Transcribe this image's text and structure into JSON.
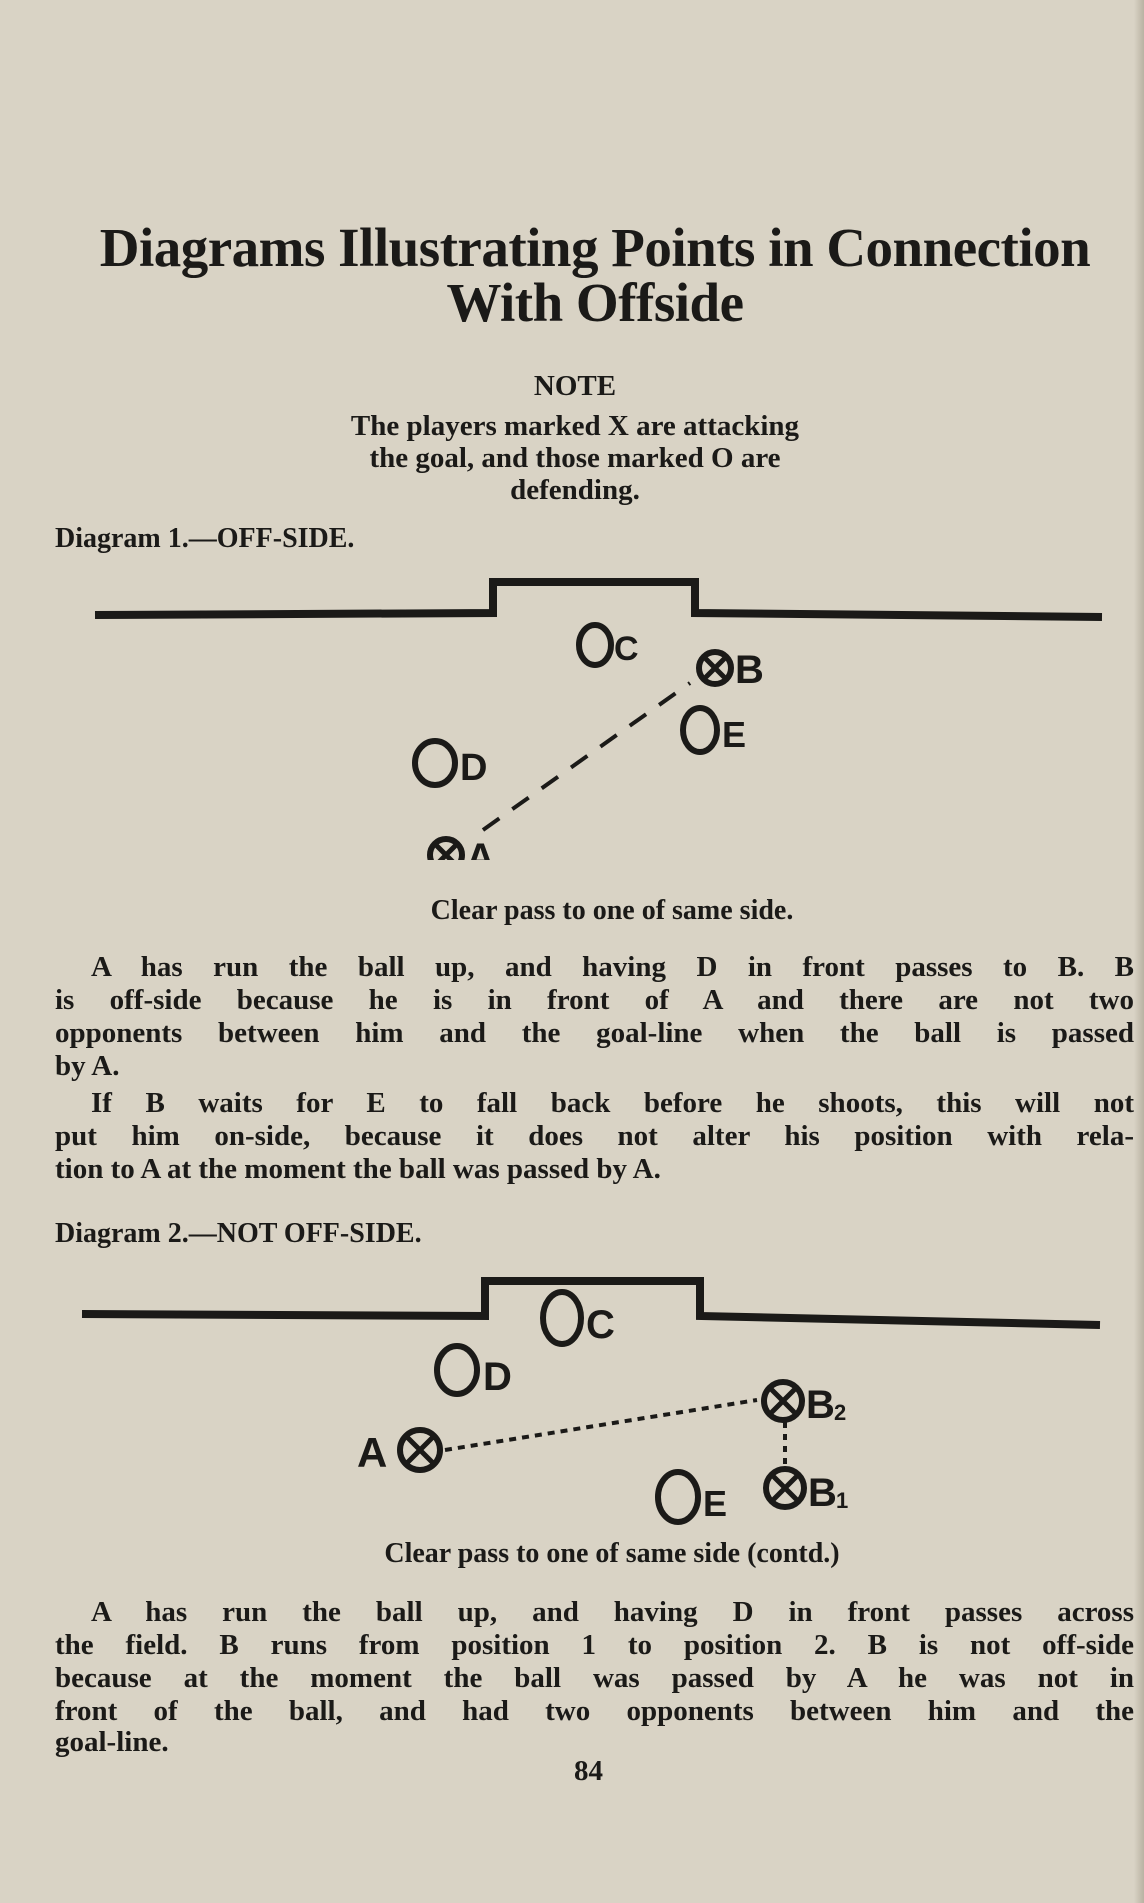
{
  "title": {
    "line1": "Diagrams Illustrating Points in Connection",
    "line2": "With Offside"
  },
  "note": {
    "heading": "NOTE",
    "lines": [
      "The players marked X are attacking",
      "the goal, and those marked O are",
      "defending."
    ]
  },
  "diagram1": {
    "label": "Diagram 1.—OFF-SIDE.",
    "players": {
      "C": "C",
      "B": "B",
      "E": "E",
      "D": "D",
      "A": "A"
    },
    "caption": "Clear pass to one of same side.",
    "paragraphs": [
      [
        "A has run the ball up, and having D in front passes to B. B",
        "is off-side because he is in front of A and there are not two",
        "opponents between him and the goal-line when the ball is passed",
        "by A."
      ],
      [
        "If B waits for E to fall back before he shoots, this will not",
        "put him on-side, because it does not alter his position with rela-",
        "tion to A at the moment the ball was passed by A."
      ]
    ]
  },
  "diagram2": {
    "label": "Diagram 2.—NOT OFF-SIDE.",
    "players": {
      "C": "C",
      "D": "D",
      "A": "A",
      "B2": "B",
      "B2_sub": "2",
      "E": "E",
      "B1": "B",
      "B1_sub": "1"
    },
    "caption": "Clear pass to one of same side (contd.)",
    "paragraphs": [
      [
        "A has run the ball up, and having D in front passes across",
        "the field. B runs from position 1 to position 2. B is not off-side",
        "because at the moment the ball was passed by A he was not in",
        "front of the ball, and had two opponents between him and the",
        "goal-line."
      ]
    ]
  },
  "page_number": "84"
}
